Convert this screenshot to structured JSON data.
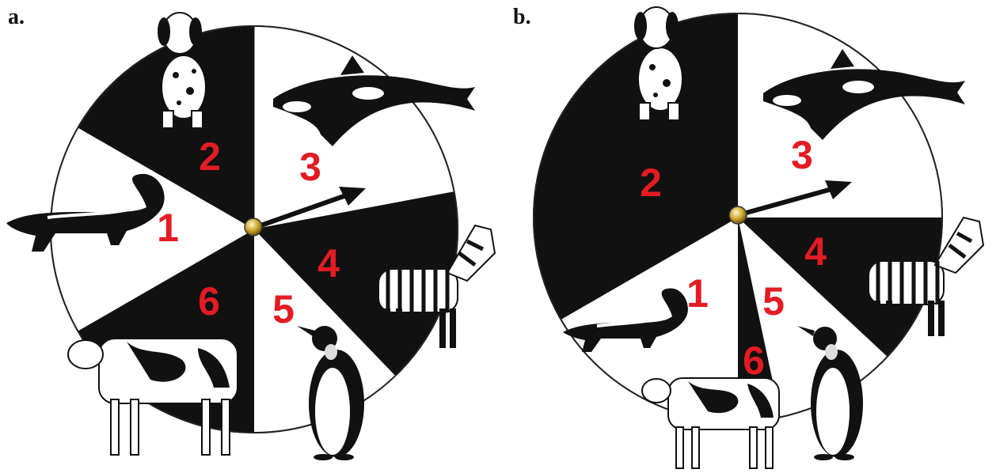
{
  "panels": [
    {
      "id": "a",
      "label": "a.",
      "sectors": [
        {
          "number": "3",
          "animal": "orca",
          "color": "white"
        },
        {
          "number": "4",
          "animal": "zebra",
          "color": "black"
        },
        {
          "number": "5",
          "animal": "penguin",
          "color": "white"
        },
        {
          "number": "6",
          "animal": "cow",
          "color": "black"
        },
        {
          "number": "1",
          "animal": "skunk",
          "color": "white"
        },
        {
          "number": "2",
          "animal": "dalmatian",
          "color": "black"
        }
      ]
    },
    {
      "id": "b",
      "label": "b.",
      "sectors": [
        {
          "number": "3",
          "animal": "orca",
          "color": "white"
        },
        {
          "number": "4",
          "animal": "zebra",
          "color": "black"
        },
        {
          "number": "5",
          "animal": "penguin",
          "color": "white"
        },
        {
          "number": "6",
          "animal": "cow",
          "color": "black"
        },
        {
          "number": "1",
          "animal": "skunk",
          "color": "white"
        },
        {
          "number": "2",
          "animal": "dalmatian",
          "color": "black"
        }
      ]
    }
  ],
  "colors": {
    "number": "#e31b23",
    "dark": "#111111",
    "light": "#ffffff",
    "hub": "#c9a227"
  }
}
